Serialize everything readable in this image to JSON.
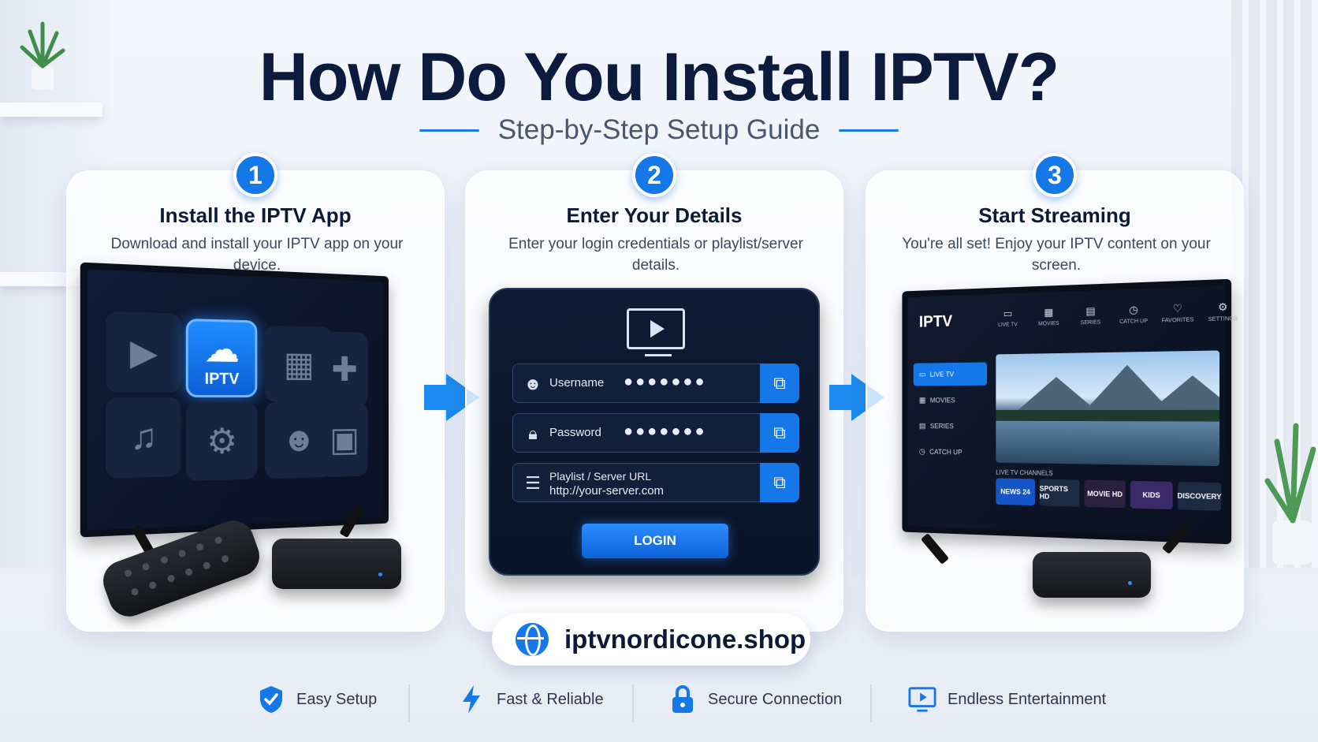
{
  "title": "How Do You Install IPTV?",
  "subtitle": "Step-by-Step Setup Guide",
  "steps": [
    {
      "number": "1",
      "heading": "Install the IPTV App",
      "description": "Download and install your IPTV app on your device.",
      "app_label": "IPTV"
    },
    {
      "number": "2",
      "heading": "Enter Your Details",
      "description": "Enter your login credentials or playlist/server details.",
      "username_label": "Username",
      "username_value": "●●●●●●●",
      "password_label": "Password",
      "password_value": "●●●●●●●",
      "url_label": "Playlist / Server URL",
      "url_value": "http://your-server.com",
      "login_button": "LOGIN"
    },
    {
      "number": "3",
      "heading": "Start Streaming",
      "description": "You're all set! Enjoy your IPTV content on your screen.",
      "app_logo": "IPTV",
      "top_nav": [
        "LIVE TV",
        "MOVIES",
        "SERIES",
        "CATCH UP",
        "FAVORITES",
        "SETTINGS"
      ],
      "side_nav": [
        "LIVE TV",
        "MOVIES",
        "SERIES",
        "CATCH UP"
      ],
      "channels_label": "LIVE TV CHANNELS",
      "channels": [
        "NEWS 24",
        "SPORTS HD",
        "MOVIE HD",
        "KIDS",
        "DISCOVERY"
      ]
    }
  ],
  "website": "iptvnordicone.shop",
  "features": [
    "Easy Setup",
    "Fast & Reliable",
    "Secure Connection",
    "Endless Entertainment"
  ],
  "colors": {
    "accent": "#1478e8",
    "title": "#0b1a3d",
    "screen": "#0e1a34"
  }
}
